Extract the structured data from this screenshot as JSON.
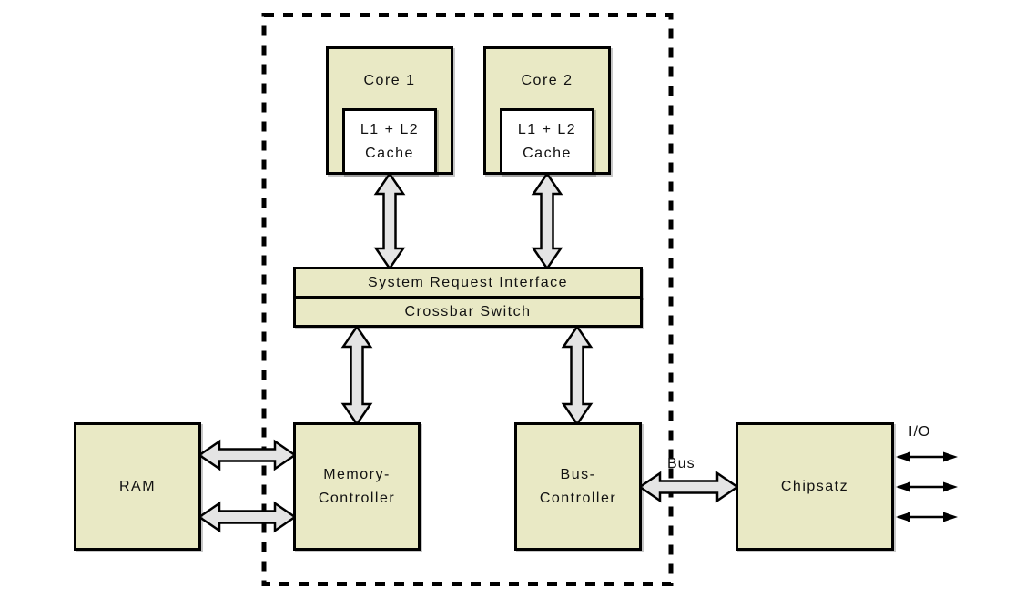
{
  "diagram": {
    "description": "Dual-core CPU architecture block diagram",
    "colors": {
      "box_fill": "#e9e9c5",
      "cache_fill": "#ffffff",
      "arrow_fill": "#e4e4e4",
      "line": "#000000",
      "bg": "#ffffff"
    },
    "nodes": {
      "core1": {
        "label": "Core 1"
      },
      "core2": {
        "label": "Core 2"
      },
      "cache1": {
        "line1": "L1 + L2",
        "line2": "Cache"
      },
      "cache2": {
        "line1": "L1 + L2",
        "line2": "Cache"
      },
      "sri": {
        "label": "System Request Interface"
      },
      "crossbar": {
        "label": "Crossbar Switch"
      },
      "ram": {
        "label": "RAM"
      },
      "memctrl": {
        "line1": "Memory-",
        "line2": "Controller"
      },
      "busctrl": {
        "line1": "Bus-",
        "line2": "Controller"
      },
      "chipsatz": {
        "label": "Chipsatz"
      }
    },
    "edge_labels": {
      "bus": "Bus",
      "io": "I/O"
    }
  }
}
